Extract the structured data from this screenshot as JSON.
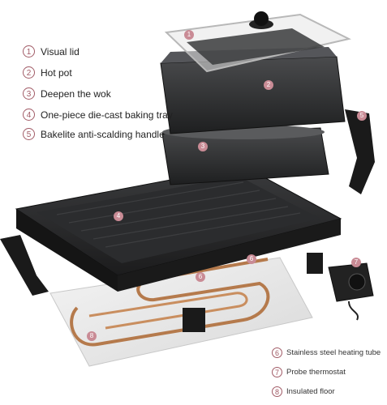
{
  "labels_top": [
    {
      "num": "1",
      "text": "Visual lid"
    },
    {
      "num": "2",
      "text": "Hot pot"
    },
    {
      "num": "3",
      "text": "Deepen the wok"
    },
    {
      "num": "4",
      "text": "One-piece die-cast baking tray"
    },
    {
      "num": "5",
      "text": "Bakelite anti-scalding handle"
    }
  ],
  "labels_bottom": [
    {
      "num": "6",
      "text": "Stainless steel heating tube"
    },
    {
      "num": "7",
      "text": "Probe thermostat"
    },
    {
      "num": "8",
      "text": "Insulated floor"
    }
  ],
  "callouts": [
    "1",
    "2",
    "3",
    "4",
    "5",
    "6",
    "6",
    "7",
    "8"
  ],
  "colors": {
    "accent": "#a15b66",
    "pot": "#2f3031",
    "copper": "#b57a4c"
  }
}
